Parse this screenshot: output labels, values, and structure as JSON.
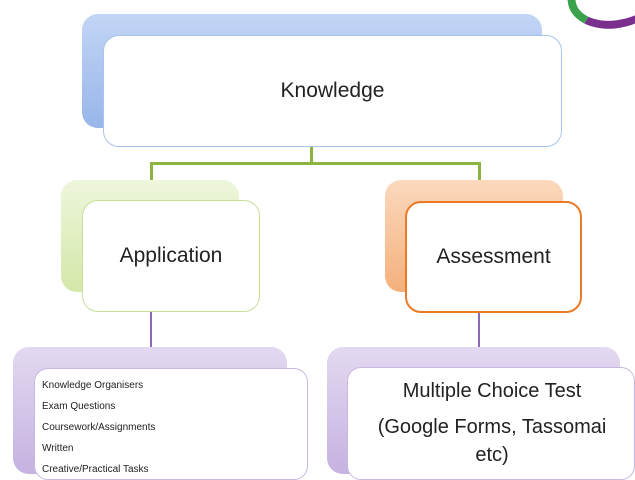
{
  "diagram": {
    "root": {
      "label": "Knowledge"
    },
    "branches": [
      {
        "label": "Application",
        "children": [
          "Knowledge Organisers",
          "Exam Questions",
          "Coursework/Assignments",
          "Written",
          "Creative/Practical Tasks"
        ]
      },
      {
        "label": "Assessment",
        "children": [
          "Multiple Choice Test",
          "(Google Forms, Tassomai",
          "etc)"
        ]
      }
    ]
  },
  "colors": {
    "knowledge": "#a9c3ee",
    "application": "#d8eab2",
    "assessment": "#f5b98a",
    "assessment_border": "#ea7a26",
    "leaf": "#c9b7e2",
    "connector_green": "#8bb440",
    "connector_purple": "#8d6ab8"
  }
}
